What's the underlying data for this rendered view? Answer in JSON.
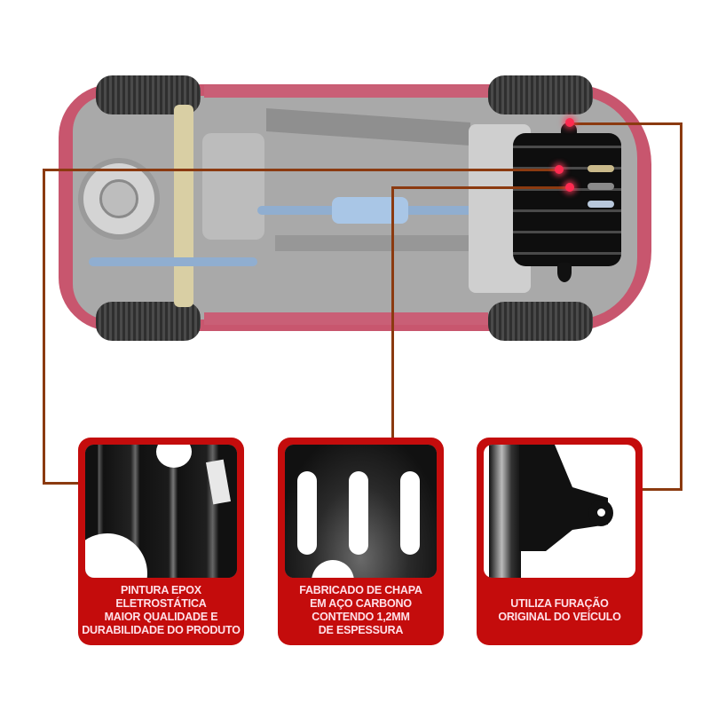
{
  "colors": {
    "panel_red": "#c40c0c",
    "connector_line": "#8b3a10",
    "highlight_dot": "#ff2a50",
    "car_body": "#c8566e",
    "skid_plate": "#111111",
    "panel_text": "#ffe0e8"
  },
  "diagram": {
    "subject": "car-underbody-top-view",
    "highlighted_part": "engine-skid-plate",
    "callout_points": 3
  },
  "panels": [
    {
      "id": "epox-paint",
      "image": "skid-plate-ribbed-surface",
      "text": "PINTURA EPOX\nELETROSTÁTICA\nMAIOR QUALIDADE E\nDURABILIDADE DO PRODUTO"
    },
    {
      "id": "carbon-steel",
      "image": "skid-plate-slotted-vents",
      "text": "FABRICADO DE CHAPA\nEM AÇO CARBONO\nCONTENDO 1,2MM\nDE ESPESSURA"
    },
    {
      "id": "original-holes",
      "image": "skid-plate-mounting-bracket",
      "text": "UTILIZA FURAÇÃO\nORIGINAL DO VEÍCULO"
    }
  ]
}
